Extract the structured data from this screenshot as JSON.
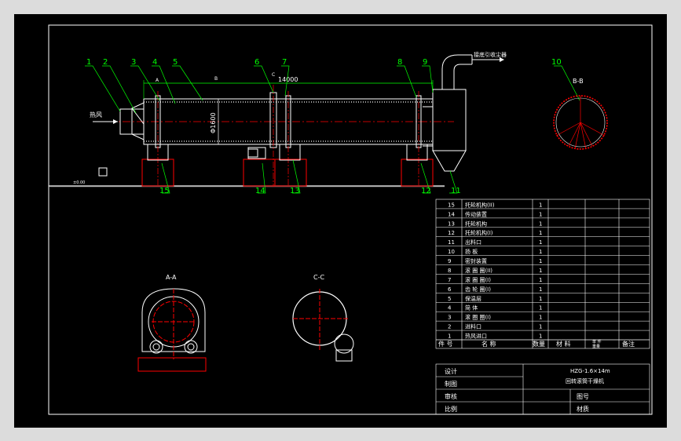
{
  "drawing": {
    "labels": {
      "hot_air": "热风",
      "exhaust": "接底引收尘器",
      "length_dim": "14000",
      "dia_dim": "Φ1600",
      "ground_mark": "±0.00",
      "section_aa": "A-A",
      "section_bb": "B-B",
      "section_cc": "C-C",
      "mark_a": "A",
      "mark_b": "B",
      "mark_c": "C"
    },
    "balloons": [
      "1",
      "2",
      "3",
      "4",
      "5",
      "6",
      "7",
      "8",
      "9",
      "10",
      "11",
      "12",
      "13",
      "14",
      "15"
    ]
  },
  "parts_list": {
    "rows": [
      {
        "no": "15",
        "name": "托轮机构(II)",
        "qty": "1"
      },
      {
        "no": "14",
        "name": "传动装置",
        "qty": "1"
      },
      {
        "no": "13",
        "name": "托轮机构",
        "qty": "1"
      },
      {
        "no": "12",
        "name": "托轮机构(I)",
        "qty": "1"
      },
      {
        "no": "11",
        "name": "出料口",
        "qty": "1"
      },
      {
        "no": "10",
        "name": "扬  板",
        "qty": "1"
      },
      {
        "no": "9",
        "name": "密封装置",
        "qty": "1"
      },
      {
        "no": "8",
        "name": "滚 圈 圈(II)",
        "qty": "1"
      },
      {
        "no": "7",
        "name": "滚 圈 圈(I)",
        "qty": "1"
      },
      {
        "no": "6",
        "name": "齿 轮 圈(I)",
        "qty": "1"
      },
      {
        "no": "5",
        "name": "保温层",
        "qty": "1"
      },
      {
        "no": "4",
        "name": "简  体",
        "qty": "1"
      },
      {
        "no": "3",
        "name": "滚 圈 圈(I)",
        "qty": "1"
      },
      {
        "no": "2",
        "name": "进料口",
        "qty": "1"
      },
      {
        "no": "1",
        "name": "热风进口",
        "qty": "1"
      }
    ],
    "header": {
      "no": "件 号",
      "name": "名  称",
      "qty": "数量",
      "material": "材 料",
      "weight_single": "单 件",
      "weight_total": "重量",
      "note": "备注"
    }
  },
  "title_block": {
    "design": "设计",
    "draw": "制图",
    "check": "审核",
    "scale": "比例",
    "model": "HZG-1.6×14m",
    "name": "回转滚筒干燥机",
    "drawing_no": "图号",
    "material": "材质"
  },
  "colors": {
    "line": "#ffffff",
    "green": "#00ff00",
    "red": "#ff0000",
    "yellow": "#ffff00",
    "cyan": "#00ffff"
  }
}
